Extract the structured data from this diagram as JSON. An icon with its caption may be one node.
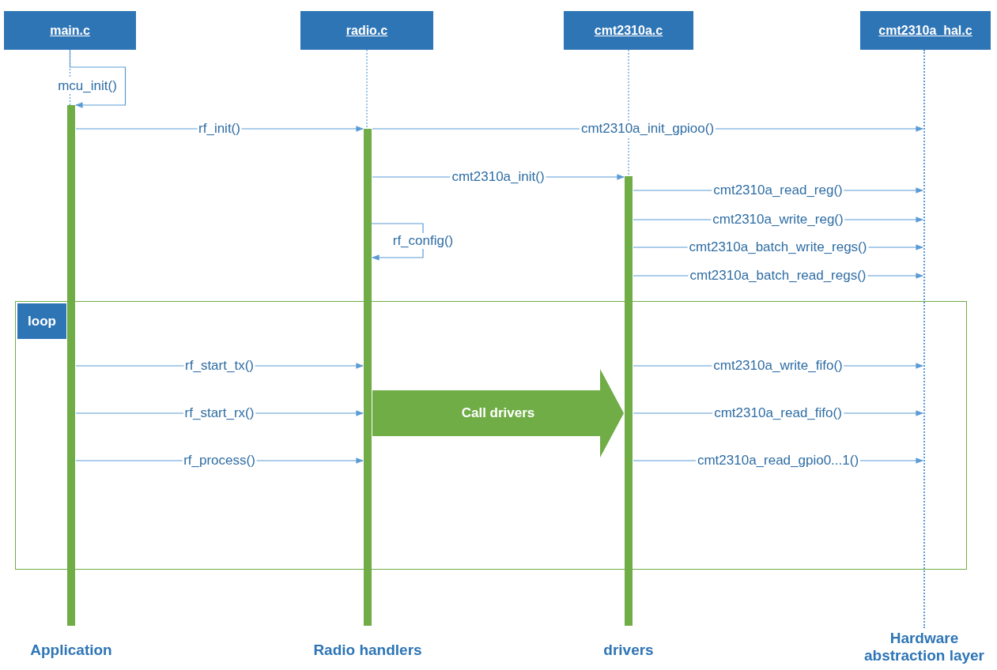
{
  "diagram": {
    "nodes": [
      {
        "text": [
          "main.c"
        ]
      },
      {
        "text": [
          "radio.c"
        ]
      },
      {
        "text": [
          "cmt2310a.c"
        ]
      },
      {
        "text": [
          "cmt2310a_hal.c"
        ]
      },
      {
        "text": [],
        "shape": "bar",
        "beside": [
          "Application"
        ]
      },
      {
        "text": [],
        "shape": "bar",
        "beside": [
          "Radio handlers"
        ]
      },
      {
        "text": [],
        "shape": "bar",
        "beside": [
          "drivers"
        ]
      },
      {
        "text": [],
        "shape": "line",
        "beside": [
          "Hardware abstraction layer"
        ]
      },
      {
        "text": [
          "loop"
        ]
      }
    ],
    "edges": [
      {
        "from": 0,
        "to": 4,
        "arrow": "none",
        "style": "dashed"
      },
      {
        "from": 1,
        "to": 5,
        "arrow": "none",
        "style": "dashed"
      },
      {
        "from": 2,
        "to": 6,
        "arrow": "none",
        "style": "dashed"
      },
      {
        "from": 0,
        "to": 4,
        "label": "mcu_init()",
        "arrow": "to"
      },
      {
        "from": 4,
        "to": 5,
        "label": "rf_init()",
        "arrow": "to"
      },
      {
        "from": 5,
        "to": 7,
        "label": "cmt2310a_init_gpioo()",
        "arrow": "to"
      },
      {
        "from": 5,
        "to": 6,
        "label": "cmt2310a_init()",
        "arrow": "to"
      },
      {
        "from": 6,
        "to": 7,
        "label": "cmt2310a_read_reg()",
        "arrow": "to"
      },
      {
        "from": 6,
        "to": 7,
        "label": "cmt2310a_write_reg()",
        "arrow": "to"
      },
      {
        "from": 5,
        "to": 5,
        "label": "rf_config()",
        "arrow": "to"
      },
      {
        "from": 6,
        "to": 7,
        "label": "cmt2310a_batch_write_regs()",
        "arrow": "to"
      },
      {
        "from": 6,
        "to": 7,
        "label": "cmt2310a_batch_read_regs()",
        "arrow": "to"
      },
      {
        "from": 4,
        "to": 5,
        "label": "rf_start_tx()",
        "arrow": "to"
      },
      {
        "from": 6,
        "to": 7,
        "label": "cmt2310a_write_fifo()",
        "arrow": "to"
      },
      {
        "from": 4,
        "to": 5,
        "label": "rf_start_rx()",
        "arrow": "to"
      },
      {
        "from": 6,
        "to": 7,
        "label": "cmt2310a_read_fifo()",
        "arrow": "to"
      },
      {
        "from": 4,
        "to": 5,
        "label": "rf_process()",
        "arrow": "to"
      },
      {
        "from": 6,
        "to": 7,
        "label": "cmt2310a_read_gpio0...1()",
        "arrow": "to"
      },
      {
        "from": 5,
        "to": 6,
        "label": "Call drivers",
        "arrow": "to",
        "style": "thick",
        "color": "#70ad47"
      }
    ]
  }
}
